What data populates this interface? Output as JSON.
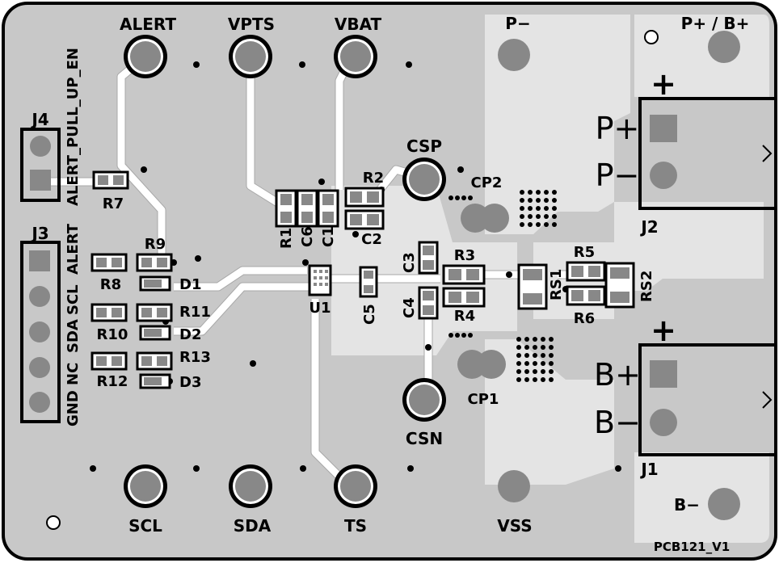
{
  "board": {
    "version": "PCB121_V1",
    "board_color": "#c8c8c8",
    "copper_color": "#e8e8e8",
    "silk_color": "#000000"
  },
  "test_points": {
    "alert": "ALERT",
    "vpts": "VPTS",
    "vbat": "VBAT",
    "p_minus": "P−",
    "p_plus_b_plus": "P+ / B+",
    "csp": "CSP",
    "csn": "CSN",
    "scl": "SCL",
    "sda": "SDA",
    "ts": "TS",
    "vss": "VSS",
    "b_minus": "B−"
  },
  "headers": {
    "j4": {
      "ref": "J4",
      "label": "ALERT_PULL_UP_EN"
    },
    "j3": {
      "ref": "J3",
      "pins": [
        "ALERT",
        "SCL",
        "SDA",
        "NC",
        "GND"
      ]
    }
  },
  "connectors": {
    "j2": {
      "ref": "J2",
      "plus": "+",
      "pin1": "P+",
      "pin2": "P−"
    },
    "j1": {
      "ref": "J1",
      "plus": "+",
      "pin1": "B+",
      "pin2": "B−"
    }
  },
  "components": {
    "r1": "R1",
    "c6": "C6",
    "c1": "C1",
    "r2": "R2",
    "c2": "C2",
    "r7": "R7",
    "r8": "R8",
    "r9": "R9",
    "r10": "R10",
    "r11": "R11",
    "r12": "R12",
    "r13": "R13",
    "d1": "D1",
    "d2": "D2",
    "d3": "D3",
    "u1": "U1",
    "c3": "C3",
    "c4": "C4",
    "c5": "C5",
    "r3": "R3",
    "r4": "R4",
    "r5": "R5",
    "r6": "R6",
    "rs1": "RS1",
    "rs2": "RS2",
    "cp1": "CP1",
    "cp2": "CP2"
  }
}
